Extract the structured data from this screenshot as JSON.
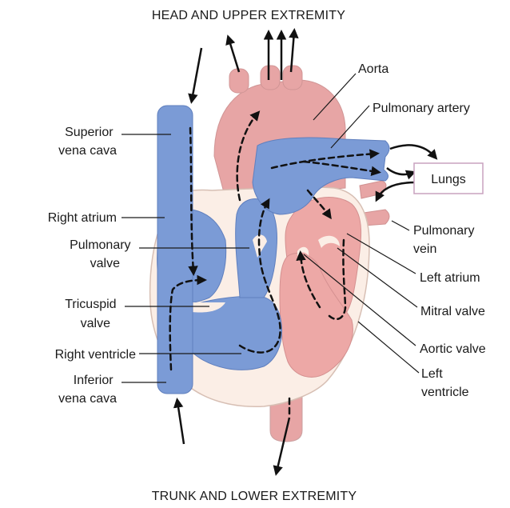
{
  "headings": {
    "top": "HEAD AND UPPER EXTREMITY",
    "bottom": "TRUNK AND LOWER EXTREMITY"
  },
  "lungs_box": "Lungs",
  "labels": {
    "superior_vena_cava": [
      "Superior",
      "vena cava"
    ],
    "right_atrium": [
      "Right atrium"
    ],
    "pulmonary_valve": [
      "Pulmonary",
      "valve"
    ],
    "tricuspid_valve": [
      "Tricuspid",
      "valve"
    ],
    "right_ventricle": [
      "Right ventricle"
    ],
    "inferior_vena_cava": [
      "Inferior",
      "vena cava"
    ],
    "aorta": [
      "Aorta"
    ],
    "pulmonary_artery": [
      "Pulmonary artery"
    ],
    "pulmonary_vein": [
      "Pulmonary",
      "vein"
    ],
    "left_atrium": [
      "Left atrium"
    ],
    "mitral_valve": [
      "Mitral valve"
    ],
    "aortic_valve": [
      "Aortic valve"
    ],
    "left_ventricle": [
      "Left",
      "ventricle"
    ]
  },
  "colors": {
    "deoxygenated_blue": "#7b9bd6",
    "oxygenated_red": "#e7a5a5",
    "pericardium_cream": "#fbeee6",
    "lungs_box_border": "#c9a2bf",
    "leader_line": "#1a1a1a"
  }
}
